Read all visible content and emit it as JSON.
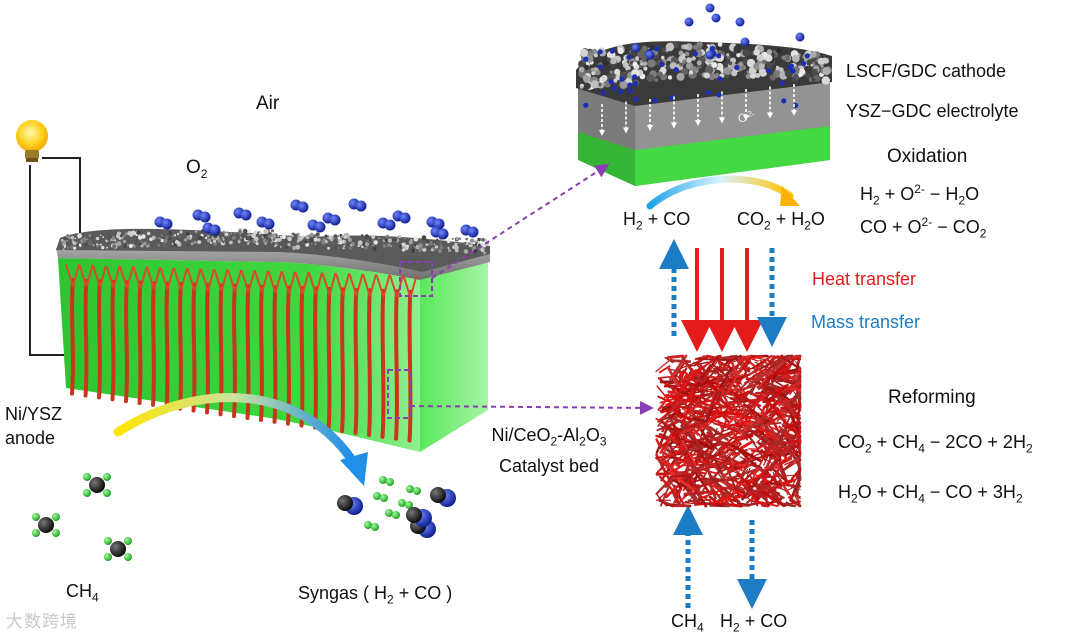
{
  "labels": {
    "air": "Air",
    "o2": "O",
    "o2_sub": "2",
    "ni_ysz_line1": "Ni/YSZ",
    "ni_ysz_line2": "anode",
    "ch4": "CH",
    "ch4_sub": "4",
    "syngas_prefix": "Syngas ( H",
    "syngas_sub": "2",
    "syngas_suffix": " + CO )",
    "cathode": "LSCF/GDC cathode",
    "electrolyte": "YSZ−GDC electrolyte",
    "o2minus_tag": "O",
    "o2minus_tag_sup": "2-",
    "oxidation": "Oxidation",
    "ox_eq1_a": "H",
    "ox_eq1_a_sub": "2",
    "ox_eq1_b": " + O",
    "ox_eq1_b_sup": "2-",
    "ox_eq1_c": " − H",
    "ox_eq1_c_sub": "2",
    "ox_eq1_d": "O",
    "ox_eq2_a": "CO + O",
    "ox_eq2_a_sup": "2-",
    "ox_eq2_b": " − CO",
    "ox_eq2_b_sub": "2",
    "h2co_a": "H",
    "h2co_sub": "2",
    "h2co_b": " + CO",
    "co2h2o_a": "CO",
    "co2h2o_sub1": "2",
    "co2h2o_b": " + H",
    "co2h2o_sub2": "2",
    "co2h2o_c": "O",
    "heat": "Heat transfer",
    "mass": "Mass transfer",
    "catalyst_line1_a": "Ni/CeO",
    "catalyst_line1_sub1": "2",
    "catalyst_line1_b": "-Al",
    "catalyst_line1_sub2": "2",
    "catalyst_line1_c": "O",
    "catalyst_line1_sub3": "3",
    "catalyst_line2": "Catalyst bed",
    "reforming": "Reforming",
    "ref_eq1_a": "CO",
    "ref_eq1_sub1": "2",
    "ref_eq1_b": " + CH",
    "ref_eq1_sub2": "4",
    "ref_eq1_c": " − 2CO + 2H",
    "ref_eq1_sub3": "2",
    "ref_eq2_a": "H",
    "ref_eq2_sub1": "2",
    "ref_eq2_b": "O + CH",
    "ref_eq2_sub2": "4",
    "ref_eq2_c": " − CO + 3H",
    "ref_eq2_sub3": "2",
    "bottom_ch4": "CH",
    "bottom_ch4_sub": "4",
    "bottom_h2co_a": "H",
    "bottom_h2co_sub": "2",
    "bottom_h2co_b": " + CO",
    "watermark": "大数跨境"
  },
  "colors": {
    "green": "#3fd13f",
    "grey": "#8e8e8e",
    "red_tree": "#d63a1e",
    "blue_ball": "#1a2fb5",
    "purple_dash": "#8a3fb0",
    "heat_red": "#e31b1b",
    "mass_blue": "#1c7cc4"
  }
}
